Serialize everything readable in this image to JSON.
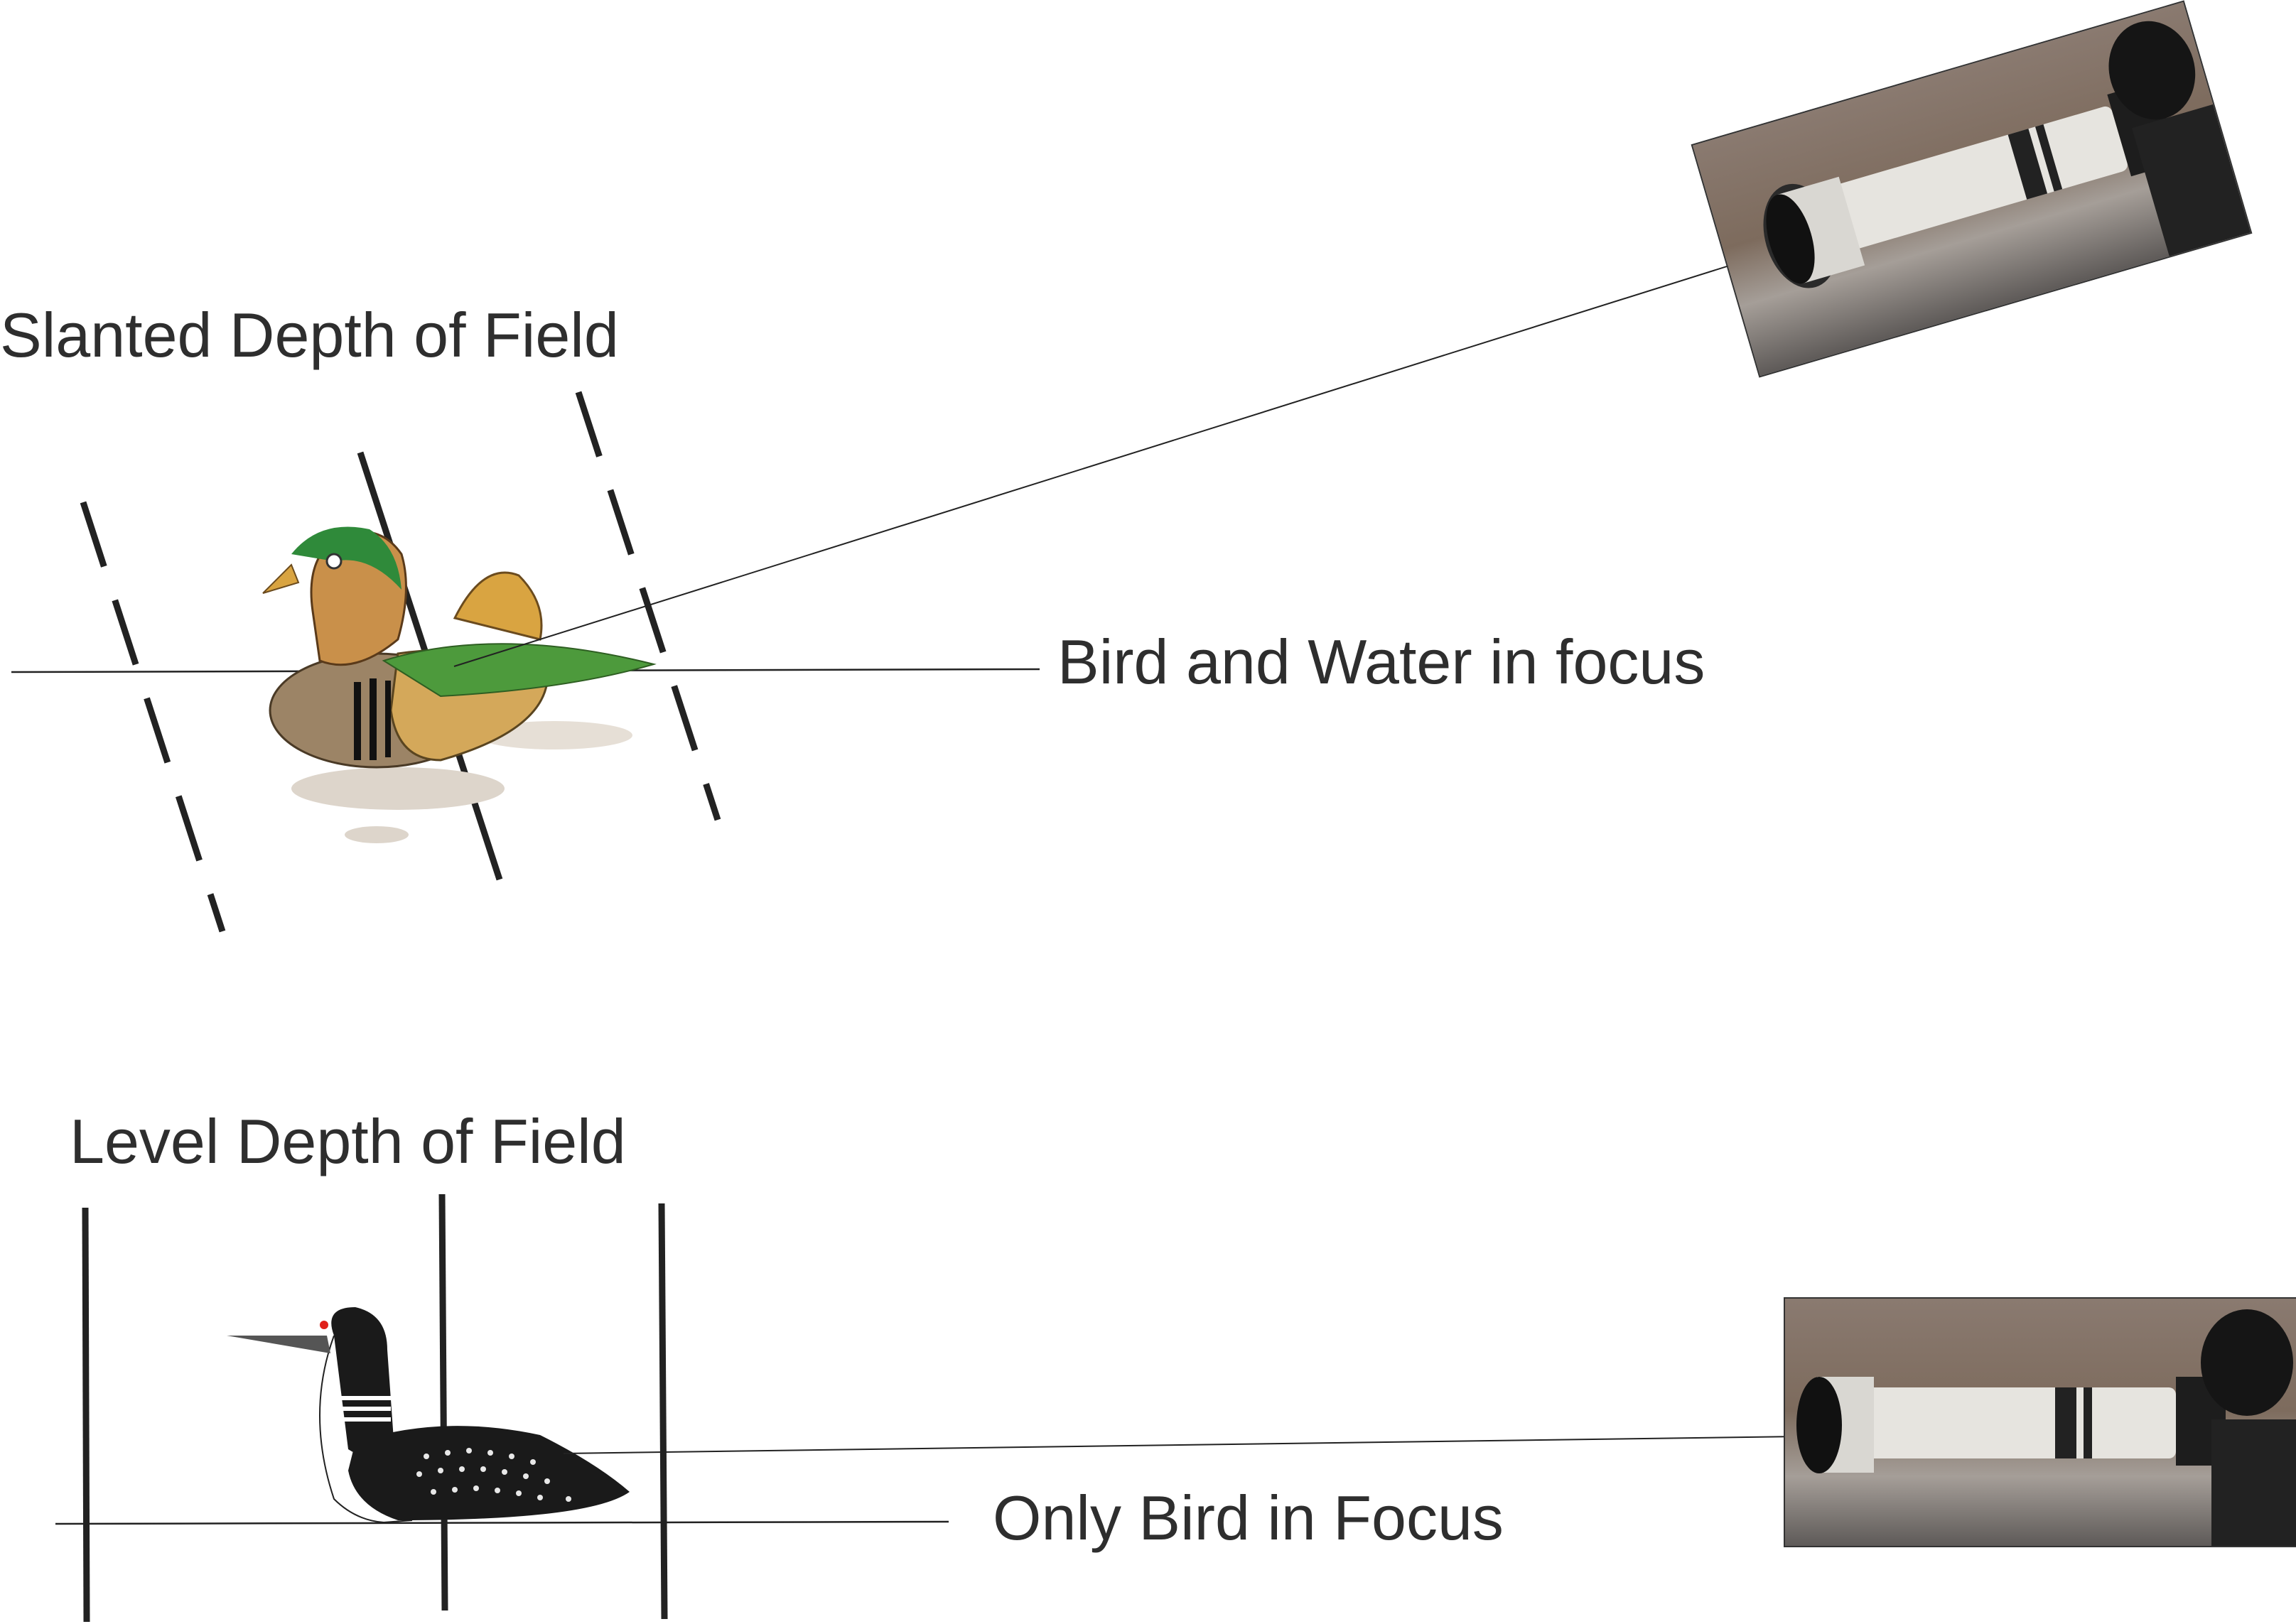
{
  "top": {
    "title": "Slanted Depth of Field",
    "caption": "Bird and Water in focus"
  },
  "bottom": {
    "title": "Level Depth of Field",
    "caption": "Only Bird in Focus"
  },
  "colors": {
    "line": "#222222",
    "duck_green": "#3a8a3a",
    "duck_orange": "#d9a441",
    "loon_black": "#1a1a1a",
    "lens_white": "#e6e4df"
  }
}
